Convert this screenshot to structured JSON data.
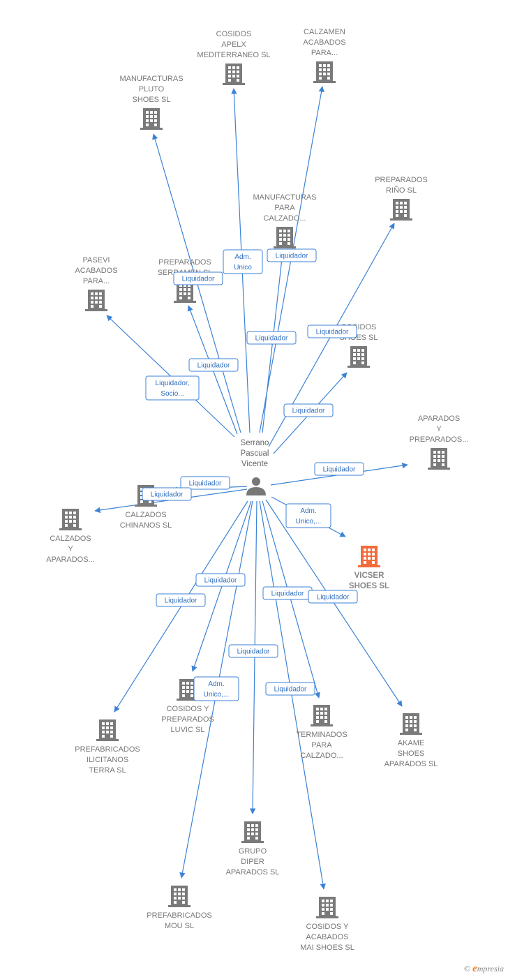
{
  "colors": {
    "edge": "#3b82d6",
    "node": "#7a7a7a",
    "highlight": "#f26b3a"
  },
  "person": {
    "lines": [
      "Serrano",
      "Pascual",
      "Vicente"
    ],
    "icon": "person-icon"
  },
  "companies": [
    {
      "id": "cosidos-apelx",
      "lines": [
        "COSIDOS",
        "APELX",
        "MEDITERRANEO SL"
      ]
    },
    {
      "id": "calzamen",
      "lines": [
        "CALZAMEN",
        "ACABADOS",
        "PARA..."
      ]
    },
    {
      "id": "manufacturas-pluto",
      "lines": [
        "MANUFACTURAS",
        "PLUTO",
        "SHOES SL"
      ]
    },
    {
      "id": "manufacturas-para-calzado",
      "lines": [
        "MANUFACTURAS",
        "PARA",
        "CALZADO..."
      ]
    },
    {
      "id": "preparados-rino",
      "lines": [
        "PREPARADOS",
        "RIÑO SL"
      ]
    },
    {
      "id": "pasevi",
      "lines": [
        "PASEVI",
        "ACABADOS",
        "PARA..."
      ]
    },
    {
      "id": "preparados-serramen",
      "lines": [
        "PREPARADOS",
        "SERRAMEN SL"
      ]
    },
    {
      "id": "cosidos-shoes",
      "lines": [
        "COSIDOS",
        "SHOES SL"
      ]
    },
    {
      "id": "aparados-preparados",
      "lines": [
        "APARADOS",
        "Y",
        "PREPARADOS..."
      ]
    },
    {
      "id": "calzados-chinanos",
      "lines": [
        "CALZADOS",
        "CHINANOS SL"
      ]
    },
    {
      "id": "calzados-aparados",
      "lines": [
        "CALZADOS",
        "Y",
        "APARADOS..."
      ]
    },
    {
      "id": "vicser",
      "lines": [
        "VICSER",
        "SHOES  SL"
      ],
      "highlight": true
    },
    {
      "id": "cosidos-luvic",
      "lines": [
        "COSIDOS Y",
        "PREPARADOS",
        "LUVIC SL"
      ]
    },
    {
      "id": "prefabricados-ilicitanos",
      "lines": [
        "PREFABRICADOS",
        "ILICITANOS",
        "TERRA SL"
      ]
    },
    {
      "id": "terminados",
      "lines": [
        "TERMINADOS",
        "PARA",
        "CALZADO..."
      ]
    },
    {
      "id": "akame",
      "lines": [
        "AKAME",
        "SHOES",
        "APARADOS SL"
      ]
    },
    {
      "id": "grupo-diper",
      "lines": [
        "GRUPO",
        "DIPER",
        "APARADOS SL"
      ]
    },
    {
      "id": "prefabricados-mou",
      "lines": [
        "PREFABRICADOS",
        "MOU SL"
      ]
    },
    {
      "id": "cosidos-mai",
      "lines": [
        "COSIDOS Y",
        "ACABADOS",
        "MAI SHOES SL"
      ]
    }
  ],
  "edge_labels": [
    {
      "to": "cosidos-apelx",
      "lines": [
        "Adm.",
        "Unico"
      ]
    },
    {
      "to": "manufacturas-para-calzado",
      "lines": [
        "Liquidador"
      ]
    },
    {
      "to": "preparados-serramen",
      "lines": [
        "Liquidador"
      ]
    },
    {
      "to": "calzamen",
      "lines": [
        "Liquidador"
      ]
    },
    {
      "to": "preparados-rino",
      "lines": [
        "Liquidador"
      ]
    },
    {
      "to": "manufacturas-pluto",
      "lines": [
        "Liquidador"
      ]
    },
    {
      "to": "pasevi",
      "lines": [
        "Liquidador,",
        "Socio..."
      ]
    },
    {
      "to": "cosidos-shoes",
      "lines": [
        "Liquidador"
      ]
    },
    {
      "to": "aparados-preparados",
      "lines": [
        "Liquidador"
      ]
    },
    {
      "to": "calzados-chinanos",
      "lines": [
        "Liquidador"
      ]
    },
    {
      "to": "calzados-aparados",
      "lines": [
        "Liquidador"
      ]
    },
    {
      "to": "vicser",
      "lines": [
        "Adm.",
        "Unico,..."
      ]
    },
    {
      "to": "cosidos-luvic",
      "lines": [
        "Liquidador"
      ]
    },
    {
      "to": "prefabricados-ilicitanos",
      "lines": [
        "Liquidador"
      ]
    },
    {
      "to": "terminados",
      "lines": [
        "Liquidador"
      ]
    },
    {
      "to": "akame",
      "lines": [
        "Liquidador"
      ]
    },
    {
      "to": "grupo-diper",
      "lines": [
        "Liquidador"
      ]
    },
    {
      "to": "prefabricados-mou",
      "lines": [
        "Adm.",
        "Unico,..."
      ]
    },
    {
      "to": "cosidos-mai",
      "lines": [
        "Liquidador"
      ]
    }
  ],
  "watermark": {
    "symbol": "©",
    "brand_initial": "e",
    "brand_rest": "mpresia"
  }
}
